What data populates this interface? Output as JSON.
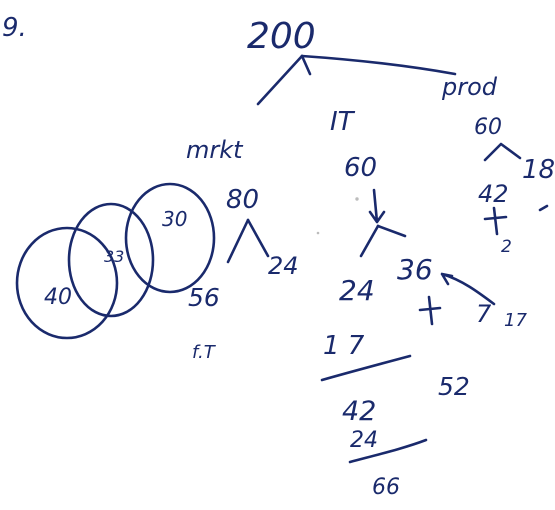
{
  "question_number": "9.",
  "root": "200",
  "branches": {
    "marketing": {
      "label": "mrkt",
      "total": "80",
      "left": "56",
      "left_note": "f.T",
      "right": "24"
    },
    "it": {
      "label": "IT",
      "total": "60",
      "left": "24",
      "right": "36",
      "far_right": "7",
      "far_right_2": "17",
      "split": "1 7",
      "sum_top": "42",
      "sum_bottom": "24",
      "sum_result": "66",
      "side_note": "52"
    },
    "prod": {
      "label": "prod",
      "total": "60",
      "right": "18",
      "left": "42",
      "below": "2"
    }
  },
  "venn": {
    "left": "40",
    "middle": "33",
    "right": "30"
  }
}
